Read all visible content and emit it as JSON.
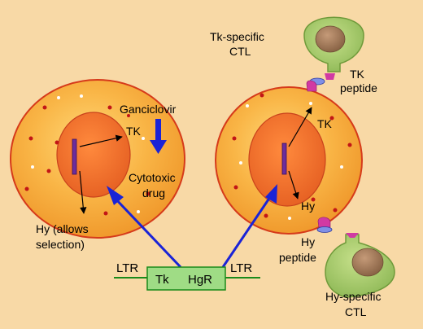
{
  "diagram": {
    "background": "#f8d9a6",
    "labels": {
      "ganciclovir": "Ganciclovir",
      "tk_left": "TK",
      "cytotoxic_1": "Cytotoxic",
      "cytotoxic_2": "drug",
      "hy_left_1": "Hy (allows",
      "hy_left_2": "selection)",
      "tk_right": "TK",
      "hy_right": "Hy",
      "tk_ctl_1": "Tk-specific",
      "tk_ctl_2": "CTL",
      "tk_peptide_1": "TK",
      "tk_peptide_2": "peptide",
      "hy_peptide_1": "Hy",
      "hy_peptide_2": "peptide",
      "hy_ctl_1": "Hy-specific",
      "hy_ctl_2": "CTL"
    },
    "construct": {
      "ltr_left": "LTR",
      "tk": "Tk",
      "hgr": "HgR",
      "ltr_right": "LTR"
    },
    "colors": {
      "cell_outer": "#f5a43a",
      "cell_border": "#d63a1a",
      "nucleus": "#ec6a2a",
      "ctl_outer": "#a9c96b",
      "ctl_border": "#6f9a3a",
      "ctl_nucleus": "#a0775a",
      "arrow_blue": "#1a23d6",
      "construct_box": "#9fdc85",
      "construct_line": "#1a8a1a",
      "mhc": "#d13aa3",
      "peptide": "#7f8fe6"
    },
    "icons": [
      "ganciclovir-arrow",
      "selection-arrow",
      "transduction-arrow",
      "mhc-peptide-icon"
    ]
  }
}
